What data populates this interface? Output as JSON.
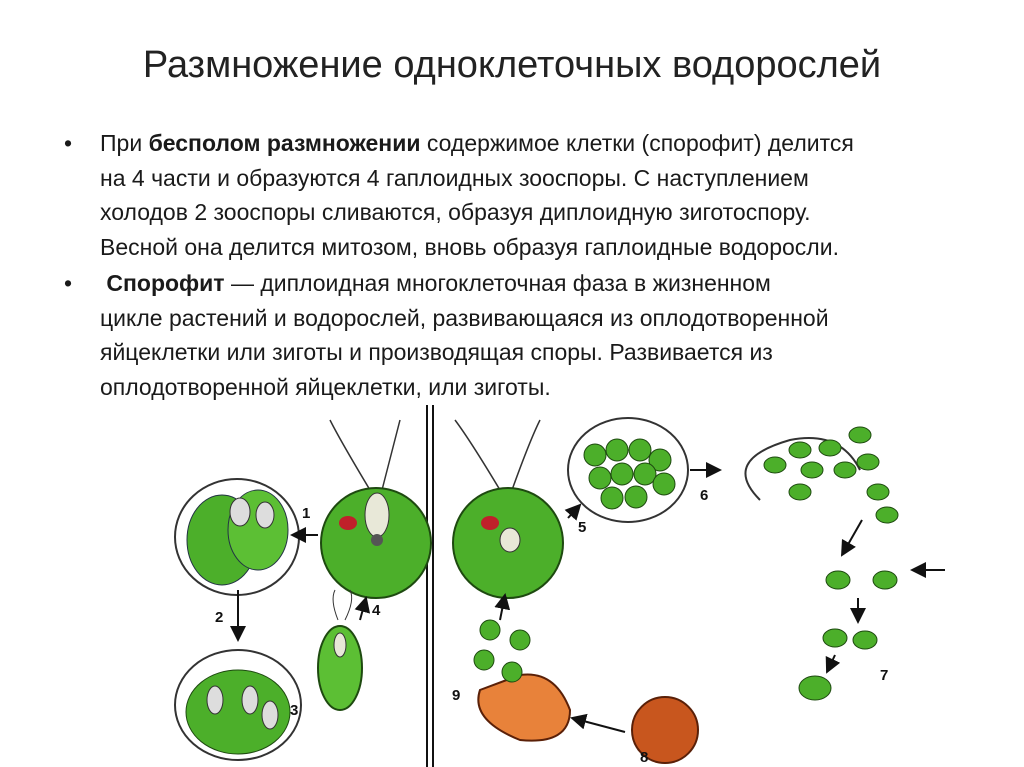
{
  "slide": {
    "title": "Размножение одноклеточных водорослей",
    "bullets": [
      {
        "bold": "бесполом размножении",
        "lines": [
          "При ",
          " содержимое клетки (спорофит) делится",
          "на 4 части и образуются 4 гаплоидных зооспоры. С наступлением",
          "холодов 2 зооспоры сливаются, образуя диплоидную зиготоспору.",
          "Весной она делится митозом, вновь образуя гаплоидные водоросли."
        ]
      },
      {
        "bold": "Спорофит",
        "lines": [
          " — диплоидная многоклеточная фаза в жизненном",
          "цикле растений и водорослей, развивающаяся из оплодотворенной",
          "яйцеклетки или зиготы и производящая споры. Развивается из",
          "оплодотворенной яйцеклетки, или зиготы."
        ]
      }
    ],
    "bullet_char": "•"
  },
  "figure": {
    "labels": [
      "1",
      "2",
      "3",
      "4",
      "5",
      "6",
      "7",
      "8",
      "9"
    ],
    "colors": {
      "cell": "#4caf2a",
      "cell_dark": "#2e7d1a",
      "zygote": "#c8561e",
      "spore": "#e8823a"
    }
  }
}
